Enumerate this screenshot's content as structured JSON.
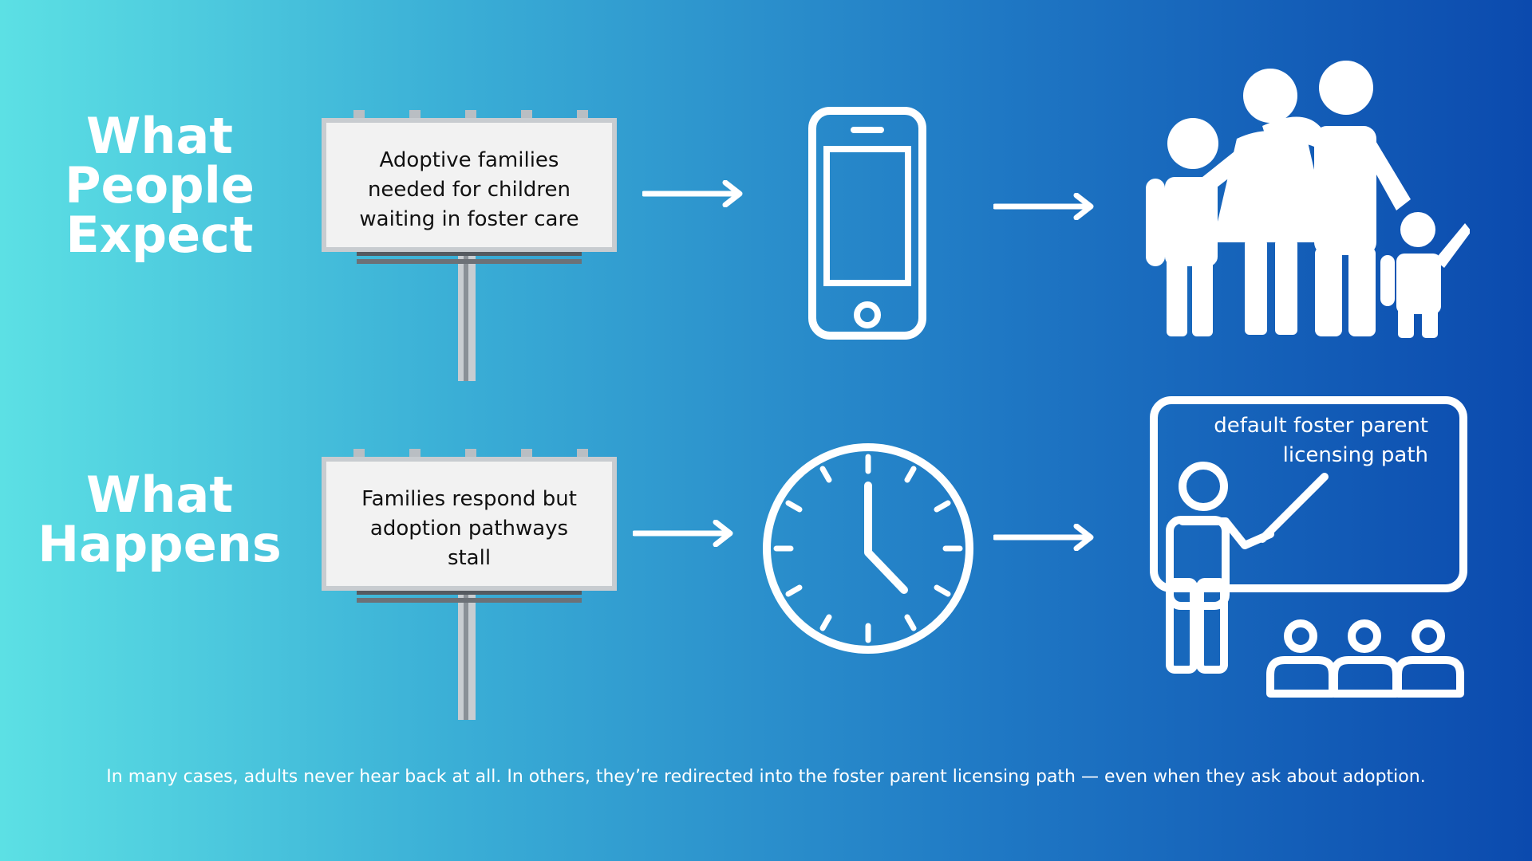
{
  "rows": [
    {
      "title_lines": [
        "What",
        "People",
        "Expect"
      ],
      "billboard_lines": [
        "Adoptive families",
        "needed for children",
        "waiting in foster care"
      ],
      "middle_icon": "smartphone-icon",
      "end_icon": "family-icon"
    },
    {
      "title_lines": [
        "What",
        "Happens"
      ],
      "billboard_lines": [
        "Families respond but",
        "adoption pathways",
        "stall"
      ],
      "middle_icon": "clock-icon",
      "end_icon": "classroom-presentation-icon",
      "board_label_lines": [
        "default foster parent",
        "licensing path"
      ]
    }
  ],
  "caption": "In many cases, adults never hear back at all. In others, they’re redirected into the foster parent licensing path — even when they ask about adoption.",
  "colors": {
    "gradient_start": "#5ce0e4",
    "gradient_end": "#0b4aae",
    "icon": "#ffffff",
    "billboard_face": "#f2f2f2",
    "billboard_text": "#111111"
  }
}
